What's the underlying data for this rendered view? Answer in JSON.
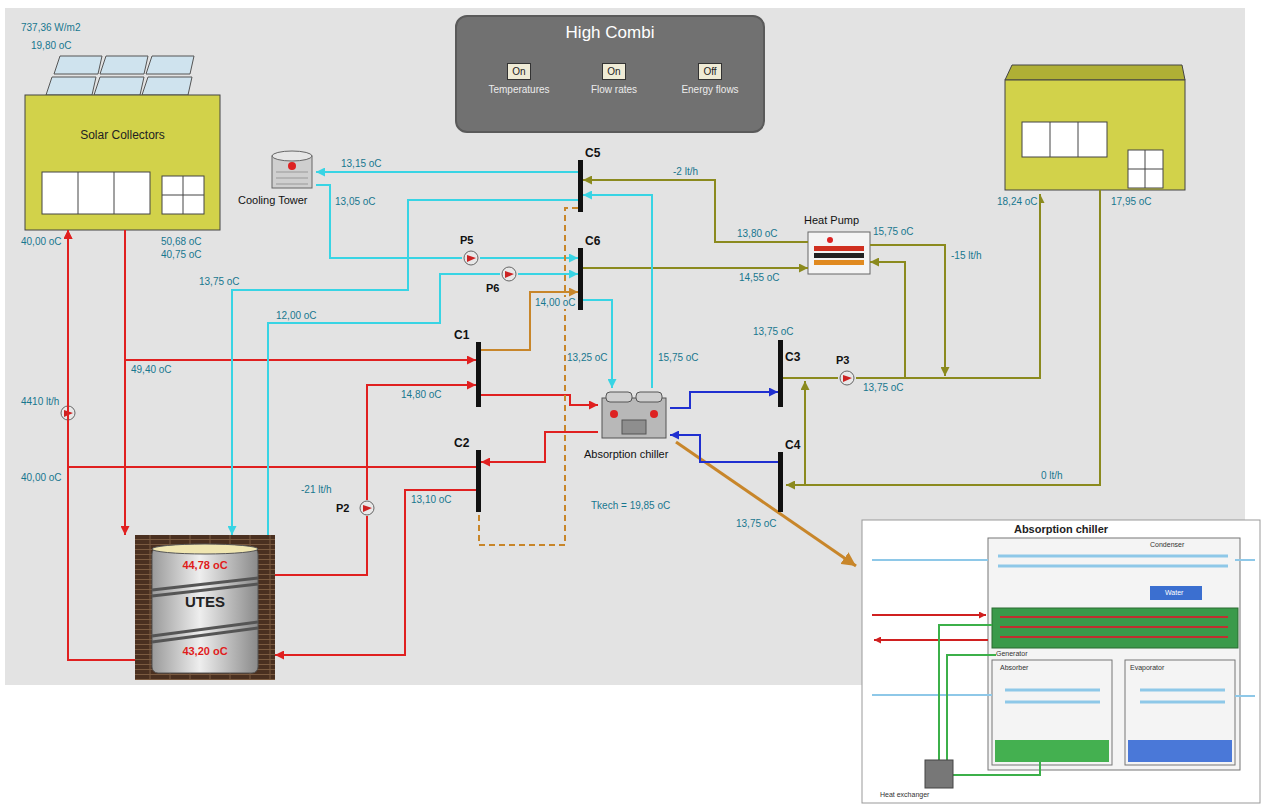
{
  "diagram": {
    "nodes": [
      {
        "text": [
          "High Combi"
        ]
      },
      {
        "text": [
          "On",
          "Temperatures"
        ],
        "in": 0
      },
      {
        "text": [
          "On",
          "Flow rates"
        ],
        "in": 0
      },
      {
        "text": [
          "Off",
          "Energy flows"
        ],
        "in": 0
      },
      {
        "text": [
          "Solar Collectors"
        ]
      },
      {
        "text": [
          "Cooling Tower"
        ]
      },
      {
        "text": [
          "C5"
        ]
      },
      {
        "text": [
          "Heat Pump"
        ]
      },
      {
        "text": [
          "P5"
        ]
      },
      {
        "text": [
          "C6"
        ]
      },
      {
        "text": [
          "P6"
        ]
      },
      {
        "text": [
          "C1"
        ]
      },
      {
        "text": [
          "C3"
        ]
      },
      {
        "text": [
          "P3"
        ]
      },
      {
        "text": [
          "Absorption chiller"
        ]
      },
      {
        "text": [
          "C2"
        ]
      },
      {
        "text": [
          "C4"
        ]
      },
      {
        "text": [
          "P2"
        ]
      },
      {
        "text": [
          "44,78 oC",
          "UTES",
          "43,20 oC"
        ]
      },
      {
        "text": [
          "Absorption chiller"
        ]
      }
    ],
    "edges": [
      {
        "from": 4,
        "to": 18,
        "arrow": "to"
      },
      {
        "from": 18,
        "to": 4,
        "arrow": "to"
      },
      {
        "from": 4,
        "to": 11,
        "arrow": "to"
      },
      {
        "from": 15,
        "to": 4,
        "arrow": "to"
      },
      {
        "from": 18,
        "to": 17,
        "arrow": "none"
      },
      {
        "from": 17,
        "to": 11,
        "arrow": "to"
      },
      {
        "from": 15,
        "to": 18,
        "arrow": "to"
      },
      {
        "from": 11,
        "to": 14,
        "arrow": "to"
      },
      {
        "from": 14,
        "to": 15,
        "arrow": "to"
      },
      {
        "from": 14,
        "to": 12,
        "arrow": "to"
      },
      {
        "from": 16,
        "to": 14,
        "arrow": "to"
      },
      {
        "from": 12,
        "to": 13,
        "arrow": "none"
      },
      {
        "from": 13,
        "to": 7,
        "arrow": "to"
      },
      {
        "from": 7,
        "to": 6,
        "arrow": "to"
      },
      {
        "from": 9,
        "to": 7,
        "arrow": "to"
      },
      {
        "from": 6,
        "to": 5,
        "arrow": "to"
      },
      {
        "from": 5,
        "to": 8,
        "arrow": "none"
      },
      {
        "from": 8,
        "to": 9,
        "arrow": "to"
      },
      {
        "from": 6,
        "to": 18,
        "arrow": "to"
      },
      {
        "from": 18,
        "to": 10,
        "arrow": "none"
      },
      {
        "from": 10,
        "to": 9,
        "arrow": "to"
      },
      {
        "from": 9,
        "to": 14,
        "arrow": "to"
      },
      {
        "from": 14,
        "to": 6,
        "arrow": "to"
      },
      {
        "from": 11,
        "to": 9,
        "arrow": "to"
      },
      {
        "from": 6,
        "to": 15,
        "arrow": "none"
      }
    ],
    "labels": [
      "737,36 W/m2",
      "19,80 oC",
      "40,00 oC",
      "50,68 oC",
      "40,75 oC",
      "13,15 oC",
      "13,05 oC",
      "-2 lt/h",
      "13,80 oC",
      "15,75 oC",
      "-15 lt/h",
      "14,55 oC",
      "18,24 oC",
      "17,95 oC",
      "13,75 oC",
      "12,00 oC",
      "14,00 oC",
      "13,25 oC",
      "15,75 oC",
      "13,75 oC",
      "13,75 oC",
      "49,40 oC",
      "14,80 oC",
      "4410 lt/h",
      "40,00 oC",
      "-21 lt/h",
      "13,10 oC",
      "0 lt/h",
      "13,75 oC",
      "Tkech = 19,85 oC",
      "Condenser",
      "Water",
      "Generator",
      "Absorber",
      "Evaporator",
      "Heat exchanger"
    ]
  }
}
